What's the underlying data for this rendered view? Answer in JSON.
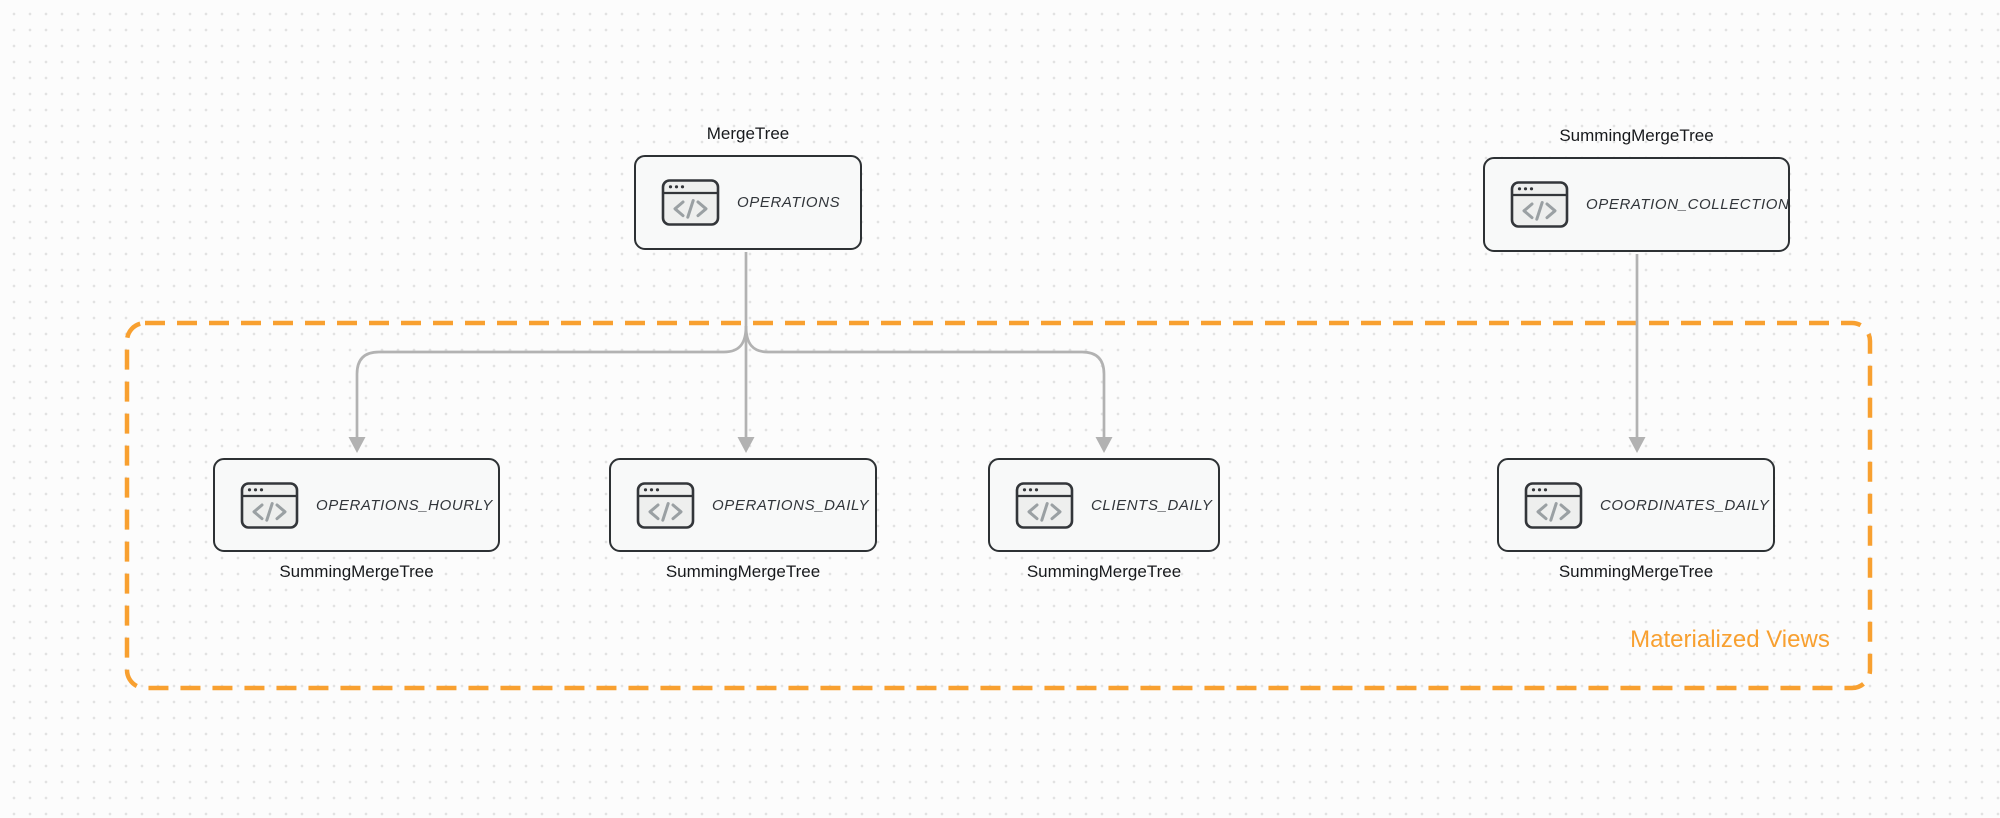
{
  "group": {
    "label": "Materialized Views",
    "color": "#F8A030"
  },
  "colors": {
    "background": "#fcfcfc",
    "grid_dot": "#e2e2e2",
    "node_border": "#2d3134",
    "node_fill": "#f8f9f9",
    "edge_gray": "#b2b2b2",
    "icon_glyph_gray": "#9aa0a3"
  },
  "nodes": {
    "operations": {
      "name": "OPERATIONS",
      "engine": "MergeTree",
      "icon": "code-window-icon"
    },
    "operation_collection": {
      "name": "OPERATION_COLLECTION",
      "engine": "SummingMergeTree",
      "icon": "code-window-icon"
    },
    "operations_hourly": {
      "name": "OPERATIONS_HOURLY",
      "engine": "SummingMergeTree",
      "icon": "code-window-icon"
    },
    "operations_daily": {
      "name": "OPERATIONS_DAILY",
      "engine": "SummingMergeTree",
      "icon": "code-window-icon"
    },
    "clients_daily": {
      "name": "CLIENTS_DAILY",
      "engine": "SummingMergeTree",
      "icon": "code-window-icon"
    },
    "coordinates_daily": {
      "name": "COORDINATES_DAILY",
      "engine": "SummingMergeTree",
      "icon": "code-window-icon"
    }
  },
  "edges": [
    {
      "from": "operations",
      "to": "operations_hourly"
    },
    {
      "from": "operations",
      "to": "operations_daily"
    },
    {
      "from": "operations",
      "to": "clients_daily"
    },
    {
      "from": "operation_collection",
      "to": "coordinates_daily"
    }
  ]
}
